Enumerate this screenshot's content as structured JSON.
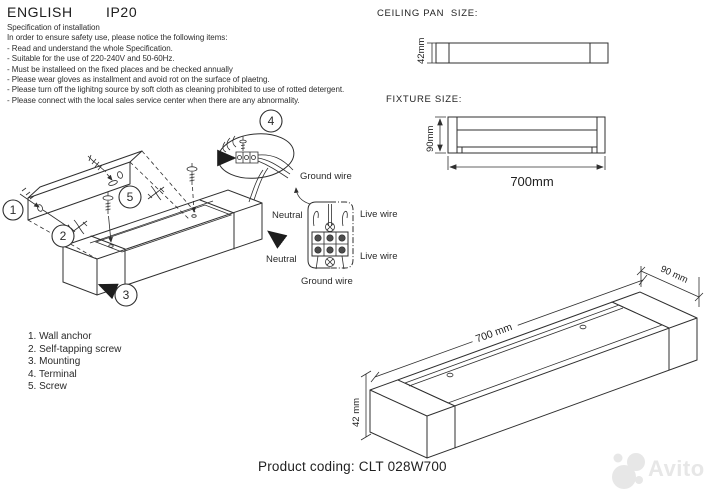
{
  "header": {
    "language_label": "ENGLISH",
    "ip_rating": "IP20"
  },
  "spec": {
    "title": "Specification of installation",
    "intro": "In order to ensure safety use, please notice the following items:",
    "items": [
      "- Read and understand the whole Specification.",
      "- Suitable for the use of 220-240V and 50-60Hz.",
      "- Must be installeed on the fixed places and be checked annually",
      "- Please wear gloves as installment and avoid rot on the surface of plaetng.",
      "- Please turn off the lighitng source by soft cloth as cleaning prohibited to use of rotted detergent.",
      "- Please connect with the local sales service center when there are any abnormality."
    ]
  },
  "drawings": {
    "ceiling_pan": {
      "title": "CEILING PAN  SIZE:",
      "height": "42mm"
    },
    "fixture_front": {
      "title": "FIXTURE SIZE:",
      "height": "90mm",
      "length": "700mm"
    },
    "fixture_iso": {
      "length": "700 mm",
      "depth": "90 mm",
      "height": "42 mm"
    }
  },
  "wiring_labels": {
    "ground_top": "Ground wire",
    "neutral_top": "Neutral",
    "live_top": "Live wire",
    "neutral_bottom": "Neutral",
    "live_bottom": "Live wire",
    "ground_bottom": "Ground wire"
  },
  "callouts": {
    "n1": "1",
    "n2": "2",
    "n3": "3",
    "n4": "4",
    "n5": "5"
  },
  "legend": [
    "1. Wall anchor",
    "2. Self-tapping screw",
    "3. Mounting",
    "4. Terminal",
    "5. Screw"
  ],
  "footer": {
    "product_coding": "Product coding: CLT 028W700"
  },
  "watermark": {
    "brand": "Avito"
  }
}
